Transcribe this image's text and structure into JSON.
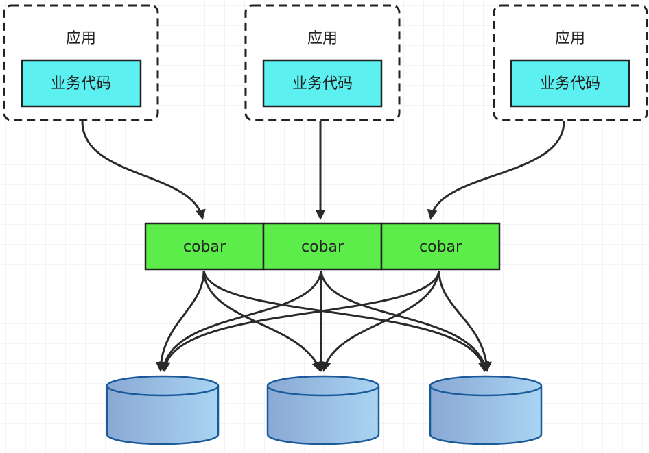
{
  "apps": [
    {
      "title": "应用",
      "module": "业务代码"
    },
    {
      "title": "应用",
      "module": "业务代码"
    },
    {
      "title": "应用",
      "module": "业务代码"
    }
  ],
  "proxies": [
    {
      "label": "cobar"
    },
    {
      "label": "cobar"
    },
    {
      "label": "cobar"
    }
  ],
  "databases": [
    {},
    {},
    {}
  ],
  "colors": {
    "module_fill": "#5cf0f0",
    "proxy_fill": "#5ced4a",
    "db_fill_left": "#8aa8d4",
    "db_fill_right": "#a9d4f2",
    "db_stroke": "#1a5a9a",
    "grid": "#e4e8ee"
  }
}
